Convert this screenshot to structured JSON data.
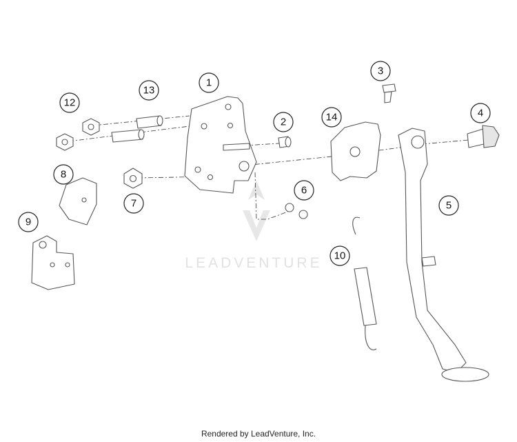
{
  "callouts": [
    {
      "label": "1"
    },
    {
      "label": "2"
    },
    {
      "label": "3"
    },
    {
      "label": "4"
    },
    {
      "label": "5"
    },
    {
      "label": "6"
    },
    {
      "label": "7"
    },
    {
      "label": "8"
    },
    {
      "label": "9"
    },
    {
      "label": "10"
    },
    {
      "label": "12"
    },
    {
      "label": "13"
    },
    {
      "label": "14"
    }
  ],
  "watermark": {
    "text": "LEADVENTURE"
  },
  "footer": {
    "text": "Rendered by LeadVenture, Inc."
  }
}
